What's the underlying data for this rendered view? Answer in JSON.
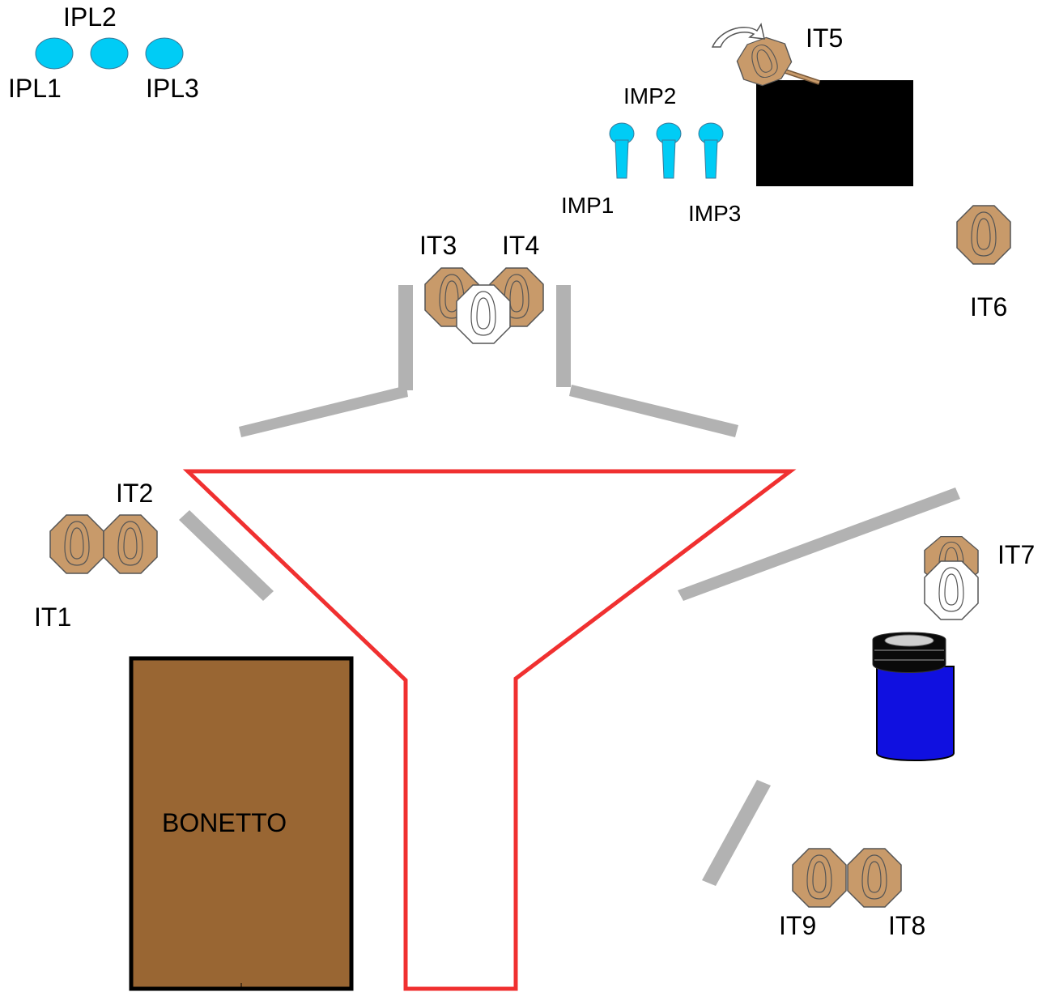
{
  "colors": {
    "target_tan": "#c89a6a",
    "target_white": "#ffffff",
    "steel_blue": "#00ccf5",
    "barrier_grey": "#b2b2b2",
    "fault_line_red": "#f03030",
    "bonetto_brown": "#996633",
    "barrel_blue": "#1010e0"
  },
  "icons": {
    "target": "octagon-paper-target-icon",
    "no_shoot": "no-shoot-target-icon",
    "plate": "popper-plate-icon",
    "mini_popper": "mini-popper-icon",
    "swinger": "swinging-target-icon",
    "barrel": "barrel-icon"
  },
  "labels": {
    "ipl1": "IPL1",
    "ipl2": "IPL2",
    "ipl3": "IPL3",
    "imp1": "IMP1",
    "imp2": "IMP2",
    "imp3": "IMP3",
    "it1": "IT1",
    "it2": "IT2",
    "it3": "IT3",
    "it4": "IT4",
    "it5": "IT5",
    "it6": "IT6",
    "it7": "IT7",
    "it8": "IT8",
    "it9": "IT9",
    "bonetto": "BONETTO"
  }
}
